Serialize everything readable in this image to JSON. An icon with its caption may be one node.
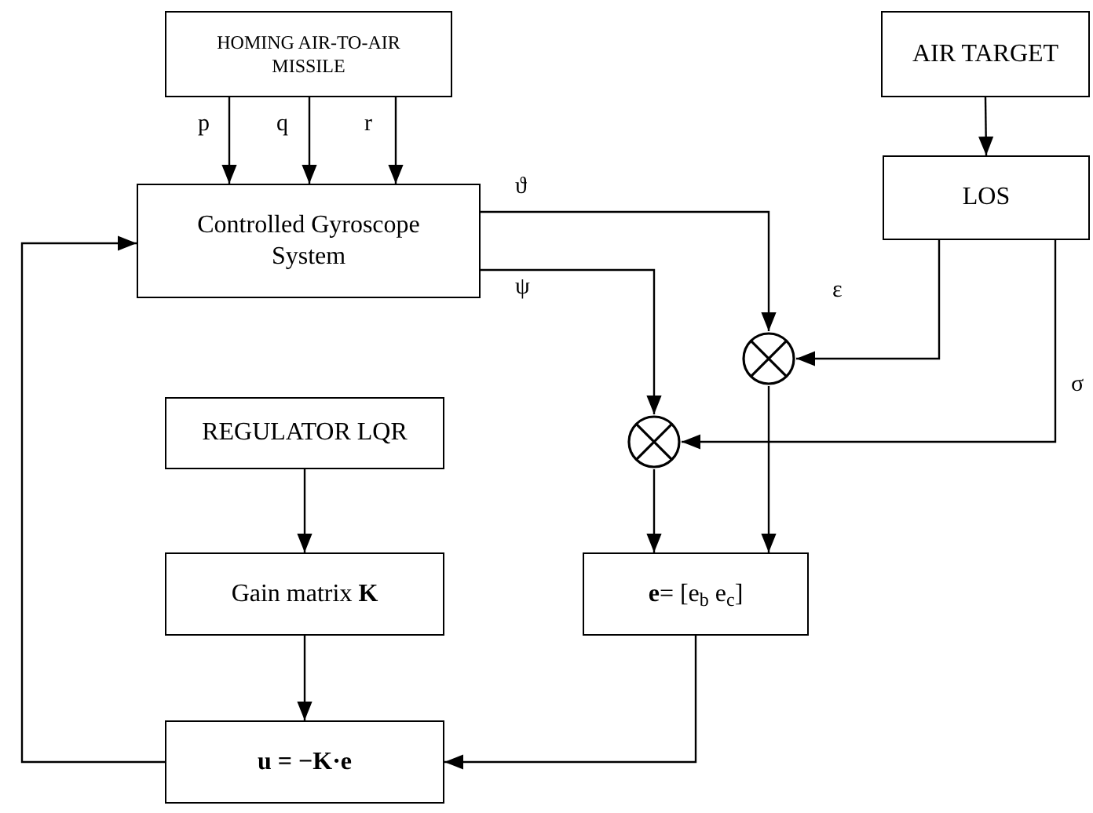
{
  "diagram": {
    "nodes": [
      {
        "text": [
          "HOMING AIR-TO-AIR MISSILE"
        ]
      },
      {
        "text": [
          "Controlled Gyroscope System"
        ]
      },
      {
        "text": [
          "AIR TARGET"
        ]
      },
      {
        "text": [
          "LOS"
        ]
      },
      {
        "text": [],
        "shape": "circle"
      },
      {
        "text": [],
        "shape": "circle"
      },
      {
        "text": [
          "REGULATOR LQR"
        ]
      },
      {
        "text": [
          "Gain matrix **K**"
        ]
      },
      {
        "text": [
          "**e**= [e$_{b}$ e$_{c}$]"
        ]
      },
      {
        "text": [
          "**u = −K·e**"
        ]
      }
    ],
    "edges": [
      {
        "from": 0,
        "to": 1,
        "arrow": "to",
        "label": "p"
      },
      {
        "from": 0,
        "to": 1,
        "arrow": "to",
        "label": "q"
      },
      {
        "from": 0,
        "to": 1,
        "arrow": "to",
        "label": "r"
      },
      {
        "from": 1,
        "to": 4,
        "arrow": "to",
        "label": "ϑ"
      },
      {
        "from": 1,
        "to": 5,
        "arrow": "to",
        "label": "ψ"
      },
      {
        "from": 2,
        "to": 3,
        "arrow": "to"
      },
      {
        "from": 3,
        "to": 4,
        "arrow": "to",
        "label": "ε"
      },
      {
        "from": 3,
        "to": 5,
        "arrow": "to",
        "label": "σ"
      },
      {
        "from": 4,
        "to": 8,
        "arrow": "to"
      },
      {
        "from": 5,
        "to": 8,
        "arrow": "to"
      },
      {
        "from": 6,
        "to": 7,
        "arrow": "to"
      },
      {
        "from": 7,
        "to": 9,
        "arrow": "to"
      },
      {
        "from": 8,
        "to": 9,
        "arrow": "to"
      },
      {
        "from": 9,
        "to": 1,
        "arrow": "to"
      }
    ]
  }
}
